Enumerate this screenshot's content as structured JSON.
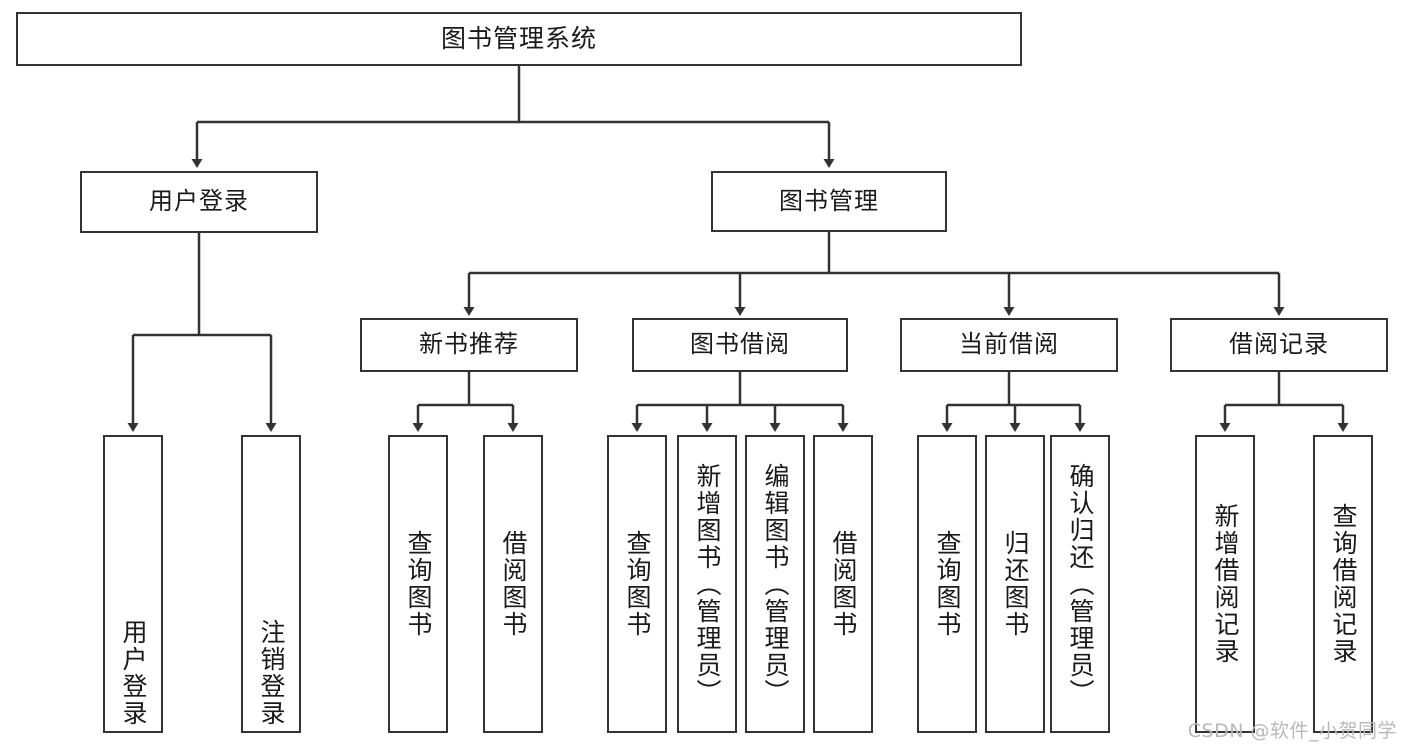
{
  "diagram": {
    "title": "图书管理系统",
    "type": "tree-hierarchy",
    "watermark": "CSDN @软件_小贺同学",
    "colors": {
      "stroke": "#333333",
      "fill": "#ffffff",
      "text": "#1a1a1a",
      "watermark": "#b9b9b9"
    },
    "nodes": {
      "root": {
        "label": "图书管理系统"
      },
      "level2": [
        {
          "id": "user-login",
          "label": "用户登录"
        },
        {
          "id": "book-manage",
          "label": "图书管理"
        }
      ],
      "level3": [
        {
          "id": "new-book-recommend",
          "label": "新书推荐"
        },
        {
          "id": "book-borrow",
          "label": "图书借阅"
        },
        {
          "id": "current-borrow",
          "label": "当前借阅"
        },
        {
          "id": "borrow-record",
          "label": "借阅记录"
        }
      ],
      "leaves": {
        "user-login": [
          {
            "id": "leaf-user-login",
            "label": "用户登录"
          },
          {
            "id": "leaf-user-logout",
            "label": "注销登录"
          }
        ],
        "new-book-recommend": [
          {
            "id": "leaf-query-book-1",
            "label": "查询图书"
          },
          {
            "id": "leaf-borrow-book-1",
            "label": "借阅图书"
          }
        ],
        "book-borrow": [
          {
            "id": "leaf-query-book-2",
            "label": "查询图书"
          },
          {
            "id": "leaf-add-book",
            "label": "新增图书（管理员）"
          },
          {
            "id": "leaf-edit-book",
            "label": "编辑图书（管理员）"
          },
          {
            "id": "leaf-borrow-book-2",
            "label": "借阅图书"
          }
        ],
        "current-borrow": [
          {
            "id": "leaf-query-book-3",
            "label": "查询图书"
          },
          {
            "id": "leaf-return-book",
            "label": "归还图书"
          },
          {
            "id": "leaf-confirm-return",
            "label": "确认归还（管理员）"
          }
        ],
        "borrow-record": [
          {
            "id": "leaf-add-record",
            "label": "新增借阅记录"
          },
          {
            "id": "leaf-query-record",
            "label": "查询借阅记录"
          }
        ]
      }
    }
  }
}
